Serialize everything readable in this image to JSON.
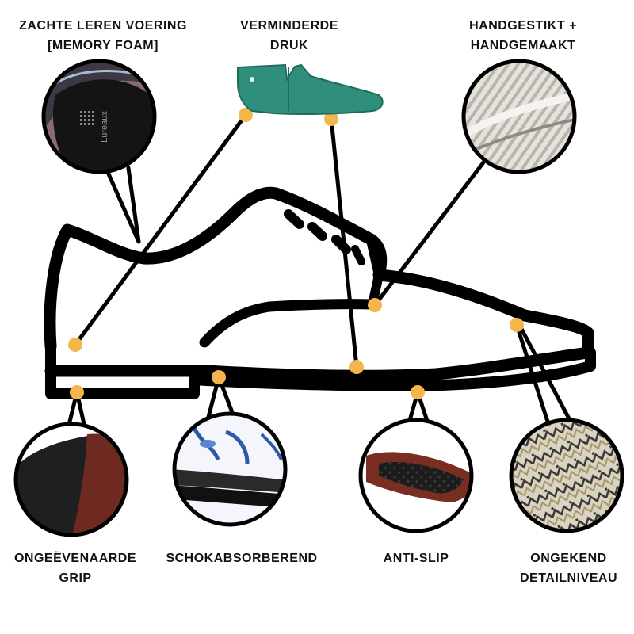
{
  "brand_text": "Lureaux",
  "colors": {
    "outline": "#000000",
    "dot": "#f4b54c",
    "shoe_last": "#2f8f7c",
    "sole_brown": "#6e2a21",
    "sole_dark": "#222222"
  },
  "features": {
    "memory_foam": {
      "line1": "ZACHTE LEREN VOERING",
      "line2": "[MEMORY FOAM]",
      "icon": "insole-closeup"
    },
    "pressure": {
      "line1": "VERMINDERDE",
      "line2": "DRUK",
      "icon": "shoe-last"
    },
    "handmade": {
      "line1": "HANDGESTIKT +",
      "line2": "HANDGEMAAKT",
      "icon": "leather-texture"
    },
    "grip": {
      "line1": "ONGEËVENAARDE",
      "line2": "GRIP",
      "icon": "outsole-closeup"
    },
    "shock": {
      "line1": "SCHOKABSORBEREND",
      "icon": "sole-edge-closeup"
    },
    "antislip": {
      "line1": "ANTI-SLIP",
      "icon": "rubber-sole"
    },
    "detail": {
      "line1": "ONGEKEND",
      "line2": "DETAILNIVEAU",
      "icon": "embroidered-pattern"
    }
  }
}
